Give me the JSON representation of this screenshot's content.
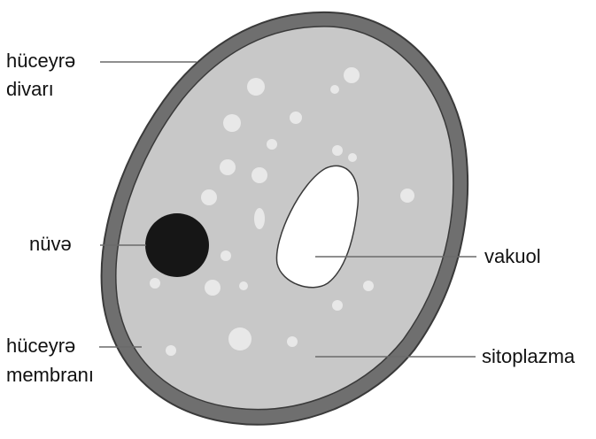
{
  "labels": {
    "cell_wall": [
      "hüceyrə",
      "divarı"
    ],
    "nucleus": "nüvə",
    "vacuole": "vakuol",
    "cell_membrane": [
      "hüceyrə",
      "membranı"
    ],
    "cytoplasm": "sitoplazma"
  },
  "colors": {
    "cell_wall": "#6f6f6f",
    "membrane_outline": "#3a3a3a",
    "cytoplasm": "#c8c8c8",
    "nucleus": "#161616",
    "vacuole": "#ffffff",
    "granules": "#e8e8e8",
    "leader_lines": "#6a6a6a"
  }
}
